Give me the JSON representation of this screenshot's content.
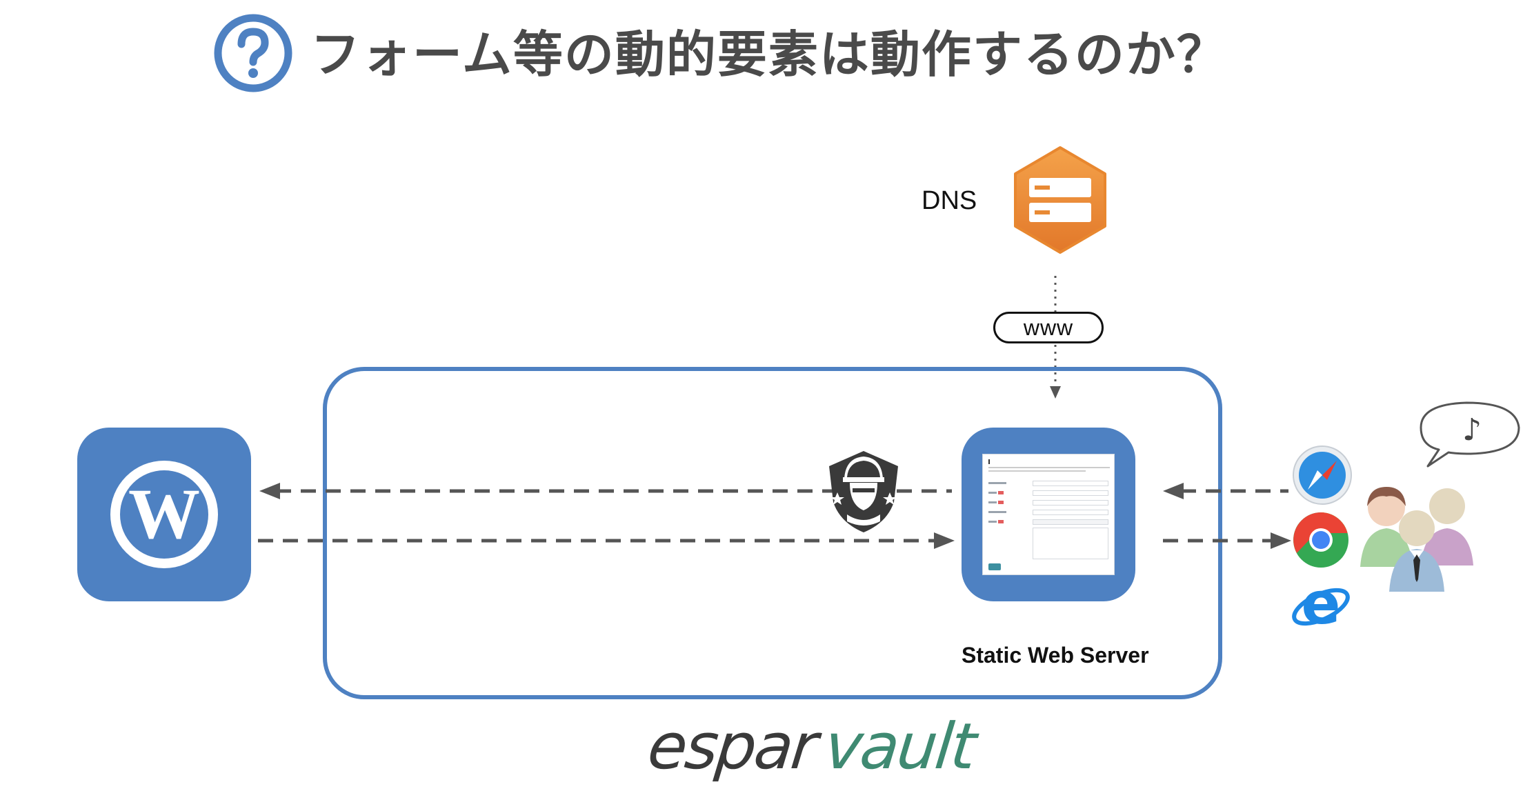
{
  "title": {
    "icon": "question-icon",
    "text": "フォーム等の動的要素は動作するのか？"
  },
  "diagram": {
    "dns": {
      "label": "DNS",
      "icon": "server-hexagon-icon"
    },
    "www_label": "www",
    "wordpress": {
      "icon": "wordpress-icon"
    },
    "security": {
      "icon": "soldier-shield-icon"
    },
    "server": {
      "label": "Static Web Server",
      "screen": "contact-form-thumbnail"
    },
    "browsers": [
      "safari-icon",
      "chrome-icon",
      "internet-explorer-icon"
    ],
    "users": {
      "icon": "users-group-icon",
      "bubble": "♪"
    },
    "logo": {
      "part1": "espar",
      "part2": "vault"
    }
  },
  "colors": {
    "accent_blue": "#4e81c2",
    "title_gray": "#4a4a4a",
    "dns_orange": "#f0923a",
    "arrow_gray": "#555555",
    "logo_dark": "#3a3a3a",
    "logo_green": "#3f8a72"
  }
}
